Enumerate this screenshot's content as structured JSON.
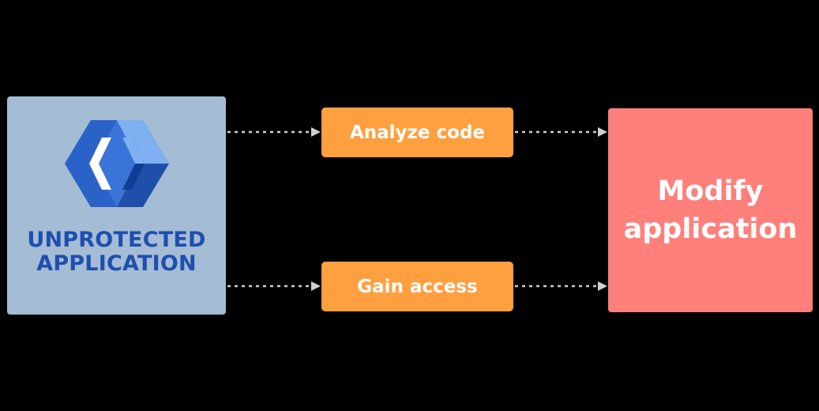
{
  "source": {
    "title_line1": "UNPROTECTED",
    "title_line2": "APPLICATION",
    "icon": "code-brackets-cube-icon"
  },
  "steps": [
    {
      "label": "Analyze code"
    },
    {
      "label": "Gain access"
    }
  ],
  "target": {
    "line1": "Modify",
    "line2": "application"
  },
  "colors": {
    "background": "#000000",
    "source_box": "#a4bcd4",
    "source_text": "#1e4fb0",
    "step_box": "#ffa040",
    "target_box": "#ff7f7b",
    "connector": "#d0d0d0"
  }
}
